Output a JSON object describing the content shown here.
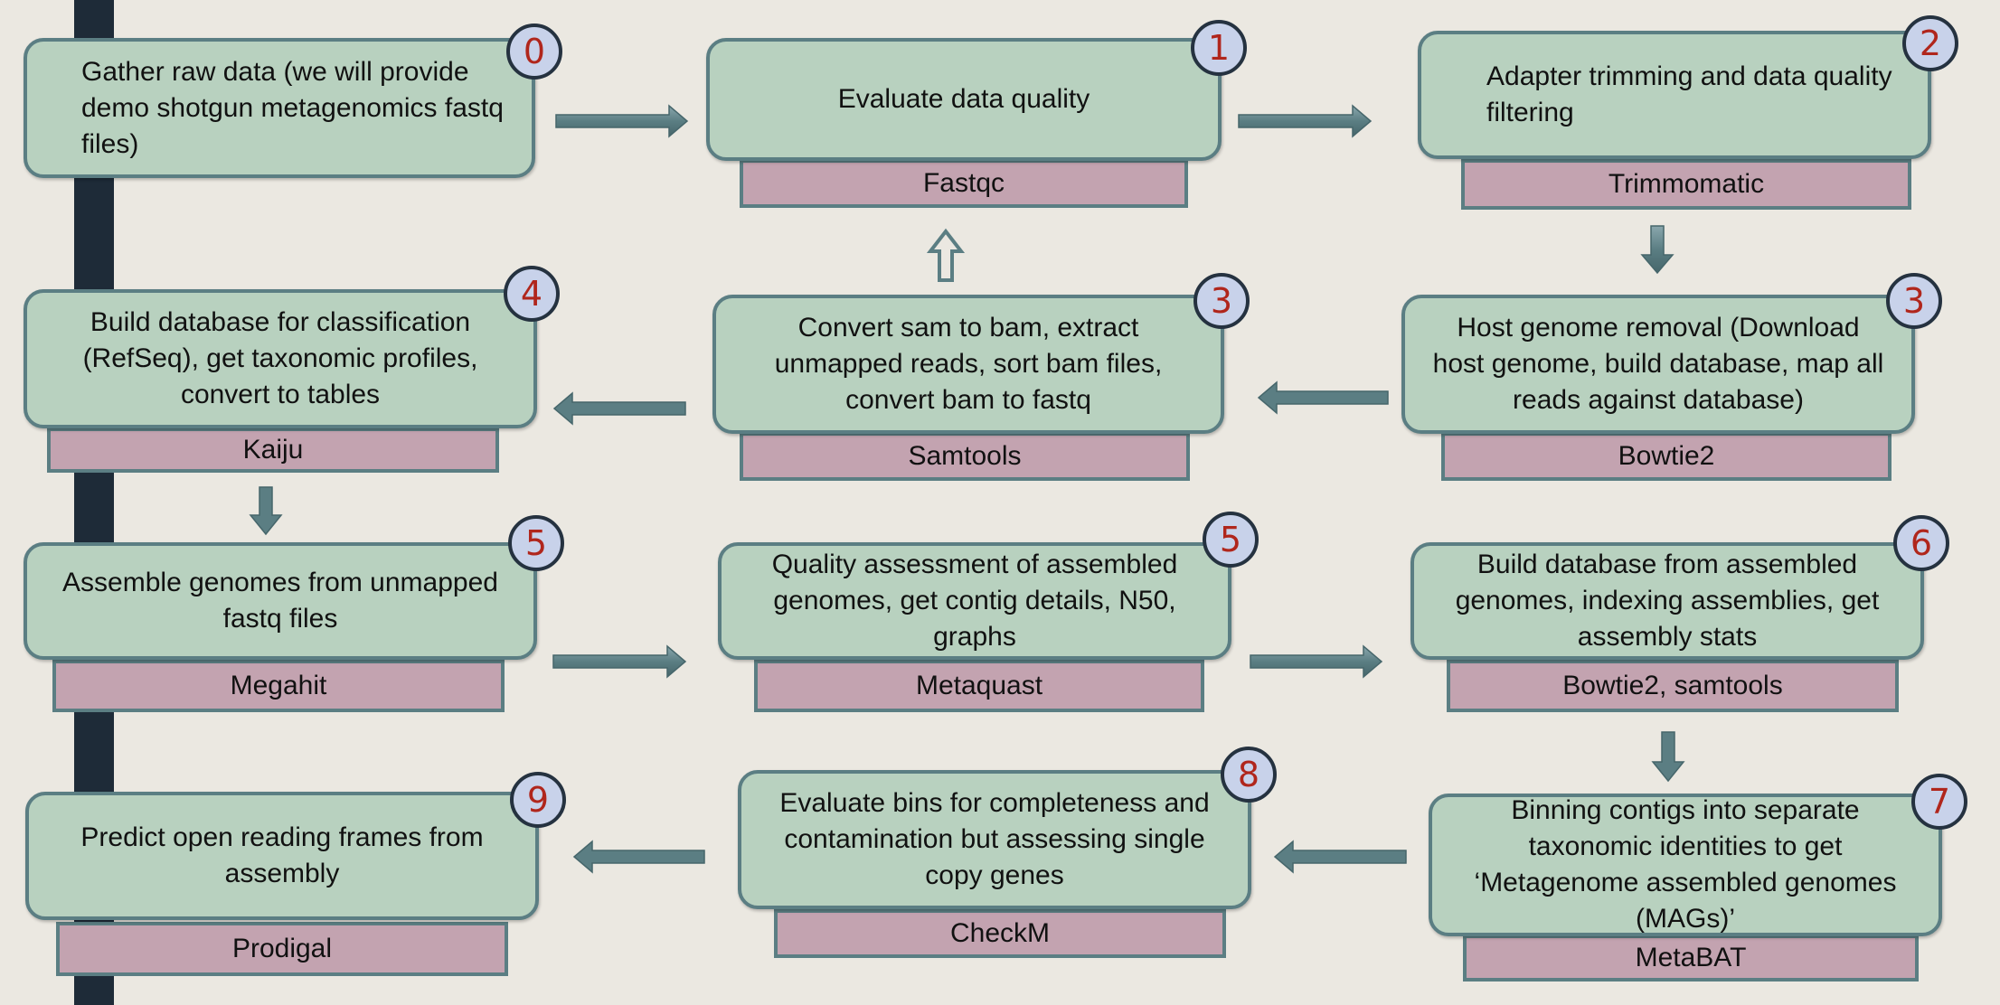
{
  "steps": [
    {
      "number": "0",
      "text": "Gather raw data (we will provide demo shotgun metagenomics fastq files)"
    },
    {
      "number": "1",
      "text": "Evaluate data quality",
      "tool": "Fastqc"
    },
    {
      "number": "2",
      "text": "Adapter trimming and data quality filtering",
      "tool": "Trimmomatic"
    },
    {
      "number": "3",
      "text": "Host genome removal (Download host genome, build database, map all reads against database)",
      "tool": "Bowtie2"
    },
    {
      "number": "3",
      "text": "Convert sam to bam, extract unmapped reads, sort bam files, convert bam to fastq",
      "tool": "Samtools"
    },
    {
      "number": "4",
      "text": "Build database for classification (RefSeq), get taxonomic profiles, convert to tables",
      "tool": "Kaiju"
    },
    {
      "number": "5",
      "text": "Assemble genomes from unmapped fastq files",
      "tool": "Megahit"
    },
    {
      "number": "5",
      "text": "Quality assessment of assembled genomes, get contig details, N50, graphs",
      "tool": "Metaquast"
    },
    {
      "number": "6",
      "text": "Build database from assembled genomes, indexing assemblies, get assembly stats",
      "tool": "Bowtie2, samtools"
    },
    {
      "number": "7",
      "text": "Binning contigs into separate taxonomic identities to get ‘Metagenome assembled genomes (MAGs)’",
      "tool": "MetaBAT"
    },
    {
      "number": "8",
      "text": "Evaluate bins for completeness and contamination but assessing single copy genes",
      "tool": "CheckM"
    },
    {
      "number": "9",
      "text": "Predict open reading frames from assembly",
      "tool": "Prodigal"
    }
  ],
  "colors": {
    "background": "#ebe8e1",
    "sidebar": "#1e2b38",
    "box_fill": "#b8d1bf",
    "border": "#5b7e83",
    "tool_fill": "#c3a3b0",
    "badge_fill": "#c8d2ea",
    "badge_text": "#b0261c"
  }
}
